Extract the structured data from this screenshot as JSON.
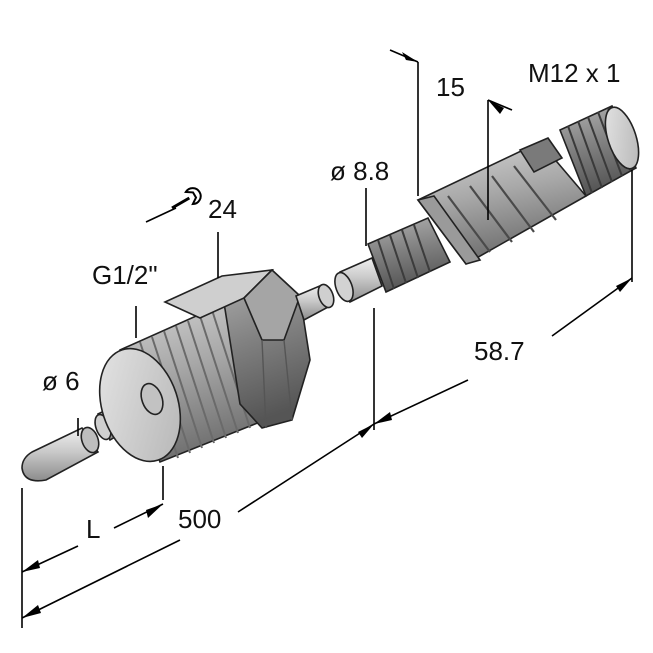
{
  "labels": {
    "m12": "M12 x 1",
    "d15": "15",
    "d88": "ø 8.8",
    "wrench": "24",
    "g12": "G1/2\"",
    "d6": "ø 6",
    "L": "L",
    "d500": "500",
    "d587": "58.7"
  },
  "icons": {
    "wrench": "wrench-icon"
  },
  "colors": {
    "body_light": "#c8c8c8",
    "body_mid": "#a9a9a9",
    "body_dark": "#7d7d7d",
    "line": "#000000"
  }
}
